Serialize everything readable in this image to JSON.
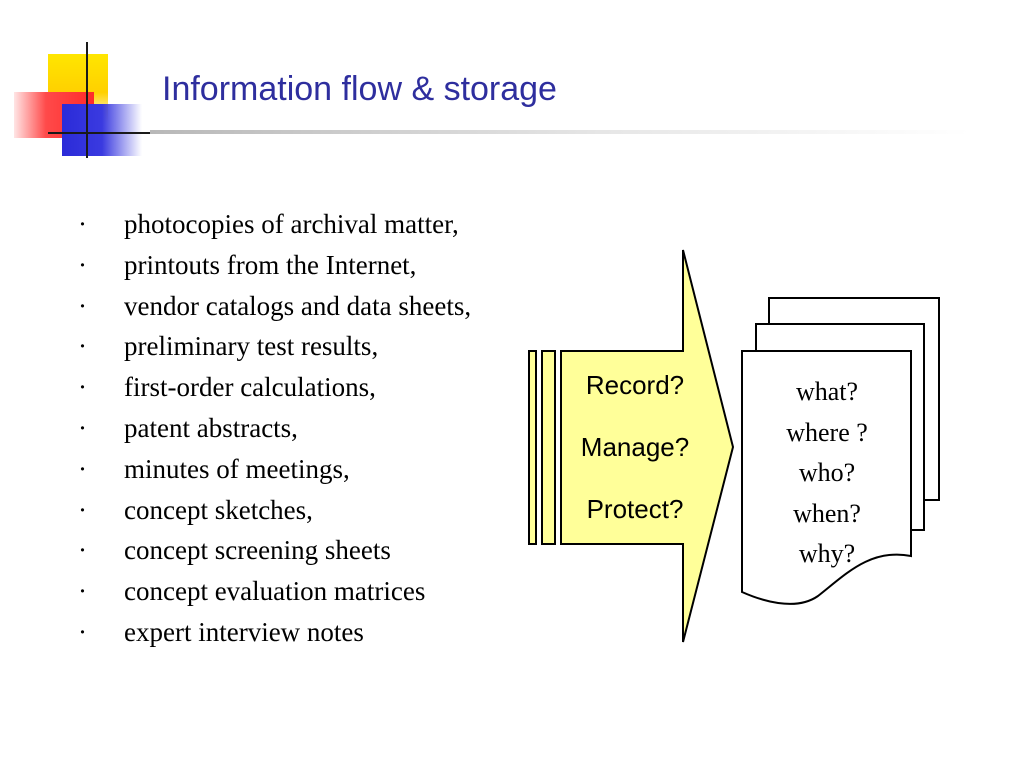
{
  "slide": {
    "title": "Information flow & storage"
  },
  "bullets": {
    "marker": "·",
    "items": [
      "photocopies of archival matter,",
      "printouts from the Internet,",
      "vendor catalogs and data sheets,",
      "preliminary test results,",
      "first-order calculations,",
      "patent abstracts,",
      "minutes of meetings,",
      "concept sketches,",
      "concept screening sheets",
      "concept evaluation matrices",
      "expert interview notes"
    ]
  },
  "arrow": {
    "fill_color": "#ffff99",
    "labels": [
      "Record?",
      "Manage?",
      "Protect?"
    ]
  },
  "documents": {
    "questions": [
      "what?",
      "where ?",
      "who?",
      "when?",
      "why?"
    ]
  },
  "colors": {
    "title": "#2e2e9e",
    "logo_yellow": "#ffd000",
    "logo_red": "#ff2a2a",
    "logo_blue": "#2b2bd8"
  }
}
